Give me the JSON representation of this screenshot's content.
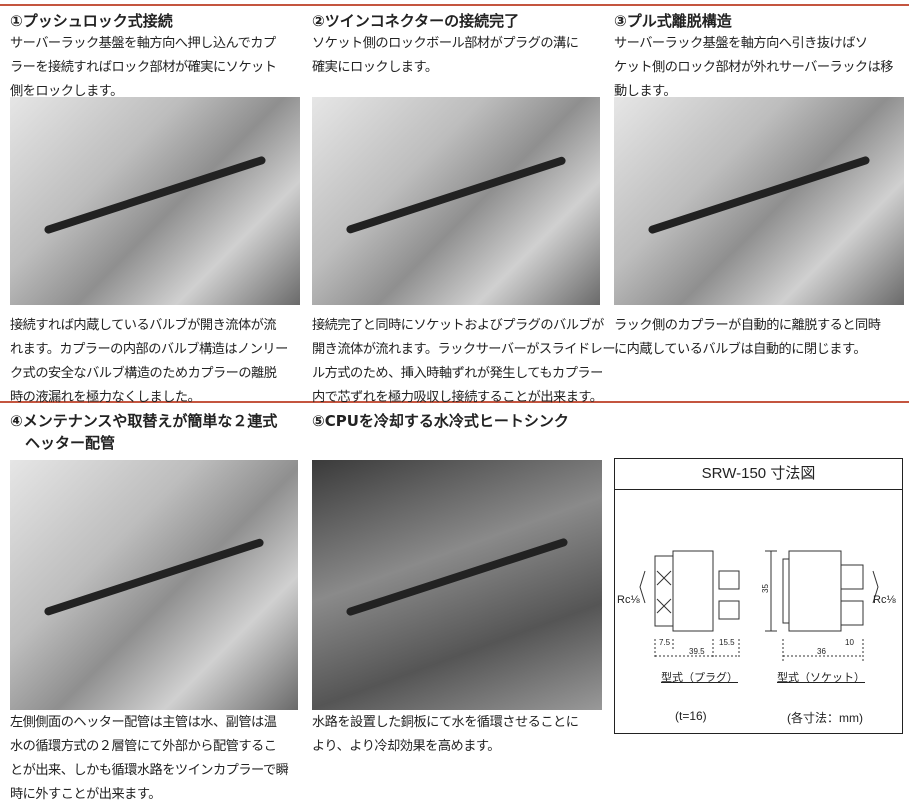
{
  "sections": [
    {
      "title": "①プッシュロック式接続",
      "desc": "サーバーラック基盤を軸方向へ押し込んでカプ\nラーを接続すればロック部材が確実にソケット\n側をロックします。",
      "caption": "接続すれば内蔵しているバルブが開き流体が流\nれます。カプラーの内部のバルブ構造はノンリー\nク式の安全なバルブ構造のためカプラーの離脱\n時の液漏れを極力なくしました。"
    },
    {
      "title": "②ツインコネクターの接続完了",
      "desc": "ソケット側のロックボール部材がプラグの溝に\n確実にロックします。",
      "caption": "接続完了と同時にソケットおよびプラグのバルブが\n開き流体が流れます。ラックサーバーがスライドレー\nル方式のため、挿入時軸ずれが発生してもカプラー\n内で芯ずれを極力吸収し接続することが出来ます。"
    },
    {
      "title": "③プル式離脱構造",
      "desc": "サーバーラック基盤を軸方向へ引き抜けばソ\nケット側のロック部材が外れサーバーラックは移\n動します。",
      "caption": "ラック側のカプラーが自動的に離脱すると同時\nに内蔵しているバルブは自動的に閉じます。"
    },
    {
      "title": "④メンテナンスや取替えが簡単な２連式\n　ヘッター配管",
      "caption": "左側側面のヘッター配管は主管は水、副管は温\n水の循環方式の２層管にて外部から配管するこ\nとが出来、しかも循環水路をツインカプラーで瞬\n時に外すことが出来ます。"
    },
    {
      "title": "⑤CPUを冷却する水冷式ヒートシンク",
      "caption": "水路を設置した銅板にて水を循環させることに\nより、より冷却効果を高めます。"
    }
  ],
  "diagram": {
    "title": "SRW-150 寸法図",
    "thread_left": "Rc⅛",
    "thread_right": "Rc⅛",
    "dims": {
      "plug_a": "7.5",
      "plug_b": "15.5",
      "plug_total": "39.5",
      "height": "35",
      "socket_a": "10",
      "socket_total": "36"
    },
    "plug_label": "型式（プラグ）",
    "socket_label": "型式（ソケット）",
    "note_t": "(t=16)",
    "note_unit": "(各寸法：mm)"
  },
  "colors": {
    "rule": "#c4553f"
  }
}
